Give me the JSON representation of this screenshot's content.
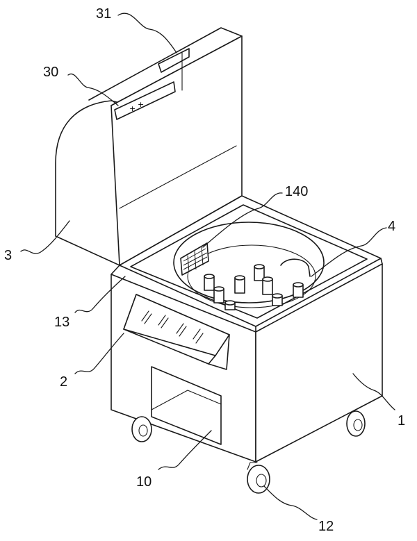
{
  "labels": {
    "l31": "31",
    "l30": "30",
    "l140": "140",
    "l4": "4",
    "l3": "3",
    "l13": "13",
    "l2": "2",
    "l1": "1",
    "l10": "10",
    "l12": "12"
  },
  "colors": {
    "line": "#1a1a1a",
    "background": "#ffffff"
  }
}
